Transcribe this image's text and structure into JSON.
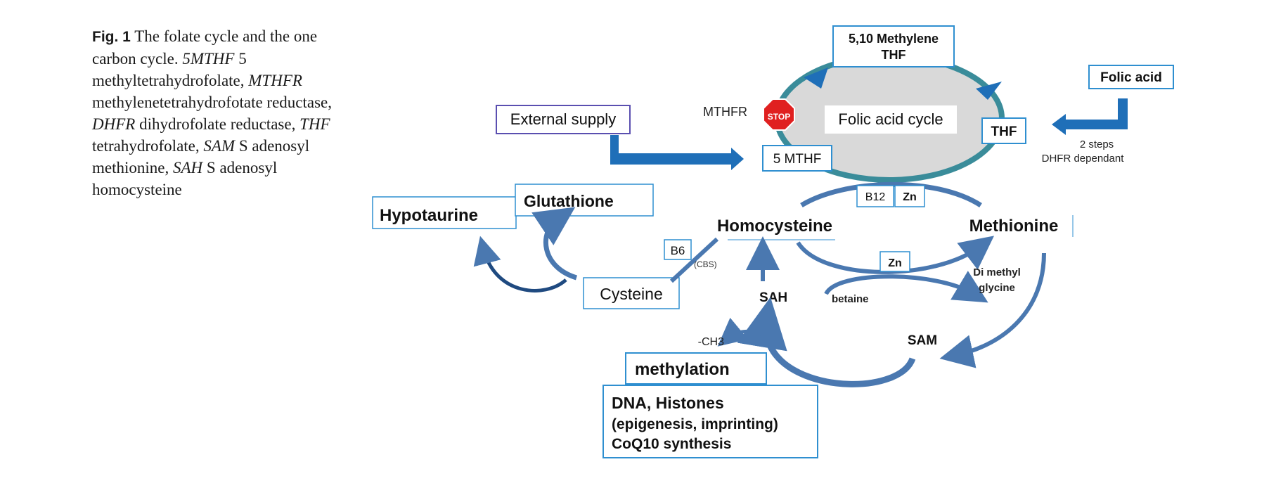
{
  "caption": {
    "figure_label": "Fig. 1",
    "title": "The folate cycle and the one carbon cycle.",
    "defs": [
      {
        "abbr": "5MTHF",
        "text": "5 methyltetrahydrofolate,"
      },
      {
        "abbr": "MTHFR",
        "text": "methylenetetrahydrofotate reductase,"
      },
      {
        "abbr": "DHFR",
        "text": "dihydrofolate reductase,"
      },
      {
        "abbr": "THF",
        "text": "tetrahydrofolate,"
      },
      {
        "abbr": "SAM",
        "text": "S adenosyl methionine,"
      },
      {
        "abbr": "SAH",
        "text": "S adenosyl homocysteine"
      }
    ]
  },
  "diagram": {
    "methylene_thf_line1": "5,10 Methylene",
    "methylene_thf_line2": "THF",
    "folic_acid": "Folic acid",
    "folic_acid_cycle": "Folic acid cycle",
    "mthfr": "MTHFR",
    "stop": "STOP",
    "external_supply": "External supply",
    "thf": "THF",
    "five_mthf": "5 MTHF",
    "two_steps": "2 steps",
    "dhfr_dependant": "DHFR dependant",
    "b12": "B12",
    "zn_top": "Zn",
    "zn_mid": "Zn",
    "glutathione": "Glutathione",
    "hypotaurine": "Hypotaurine",
    "homocysteine": "Homocysteine",
    "methionine": "Methionine",
    "b6": "B6",
    "cbs": "(CBS)",
    "cysteine": "Cysteine",
    "sah": "SAH",
    "betaine": "betaine",
    "di_methyl": "Di methyl",
    "glycine": "glycine",
    "sam": "SAM",
    "ch3": "-CH3",
    "methylation": "methylation",
    "dna_histones": "DNA, Histones",
    "epigenesis": "(epigenesis, imprinting)",
    "coq10": "CoQ10 synthesis"
  },
  "colors": {
    "arrow_blue": "#1f6fb8",
    "box_border": "#2f8fd0",
    "cycle_fill": "#d9d9d9",
    "cycle_ring": "#3a8c9a",
    "stop_red": "#e02020",
    "curve_blue": "#4a78b0"
  }
}
